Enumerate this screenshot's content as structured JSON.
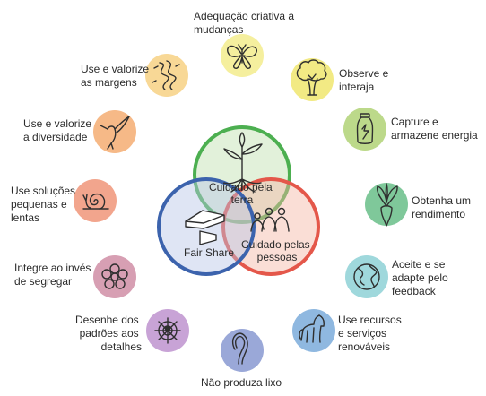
{
  "venn": {
    "earth": "Cuidado pela terra",
    "people": "Cuidado pelas pessoas",
    "fair": "Fair Share"
  },
  "principles": [
    {
      "label": "Adequação criativa a mudanças",
      "color": "#f5ef9e",
      "icon": "butterfly-icon"
    },
    {
      "label": "Observe e interaja",
      "color": "#f2ea84",
      "icon": "tree-icon"
    },
    {
      "label": "Capture e armazene energia",
      "color": "#bcd98a",
      "icon": "jar-icon"
    },
    {
      "label": "Obtenha um rendimento",
      "color": "#7fc89a",
      "icon": "radish-icon"
    },
    {
      "label": "Aceite e se adapte pelo feedback",
      "color": "#9fd8dc",
      "icon": "globe-icon"
    },
    {
      "label": "Use recursos e serviços renováveis",
      "color": "#8fb8e0",
      "icon": "horse-icon"
    },
    {
      "label": "Não produza lixo",
      "color": "#9aa8d8",
      "icon": "worm-icon"
    },
    {
      "label": "Desenhe dos padrões aos detalhes",
      "color": "#c8a3d6",
      "icon": "spider-web-icon"
    },
    {
      "label": "Integre ao invés de segregar",
      "color": "#d79fb3",
      "icon": "flower-icon"
    },
    {
      "label": "Use soluções pequenas e lentas",
      "color": "#f2a58d",
      "icon": "snail-icon"
    },
    {
      "label": "Use e valorize a diversidade",
      "color": "#f6b987",
      "icon": "hummingbird-icon"
    },
    {
      "label": "Use e valorize as margens",
      "color": "#f8d896",
      "icon": "river-icon"
    }
  ]
}
